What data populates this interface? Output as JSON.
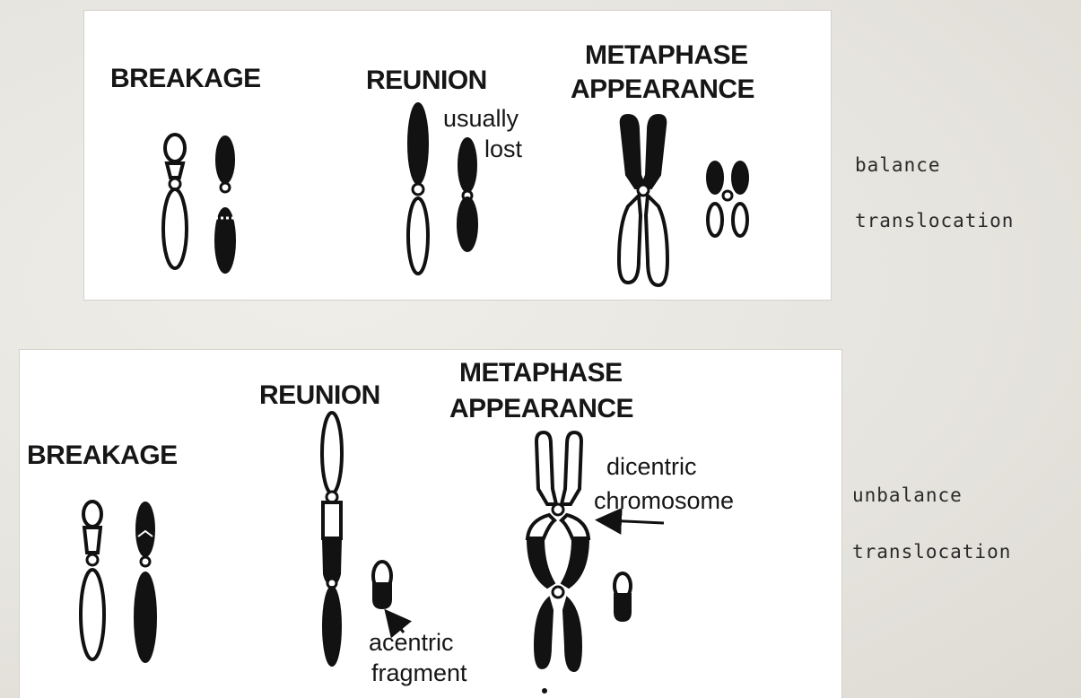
{
  "top_panel": {
    "breakage_label": "BREAKAGE",
    "reunion_label": "REUNION",
    "metaphase_label_line1": "METAPHASE",
    "metaphase_label_line2": "APPEARANCE",
    "note_line1": "usually",
    "note_line2": "lost"
  },
  "bottom_panel": {
    "breakage_label": "BREAKAGE",
    "reunion_label": "REUNION",
    "metaphase_label_line1": "METAPHASE",
    "metaphase_label_line2": "APPEARANCE",
    "dicentric_line1": "dicentric",
    "dicentric_line2": "chromosome",
    "acentric_line1": "acentric",
    "acentric_line2": "fragment"
  },
  "side_labels": {
    "top_line1": "balance",
    "top_line2": "translocation",
    "bottom_line1": "unbalance",
    "bottom_line2": "translocation"
  },
  "colors": {
    "ink": "#111111",
    "paper": "#e9e7e1",
    "panel": "#ffffff"
  }
}
